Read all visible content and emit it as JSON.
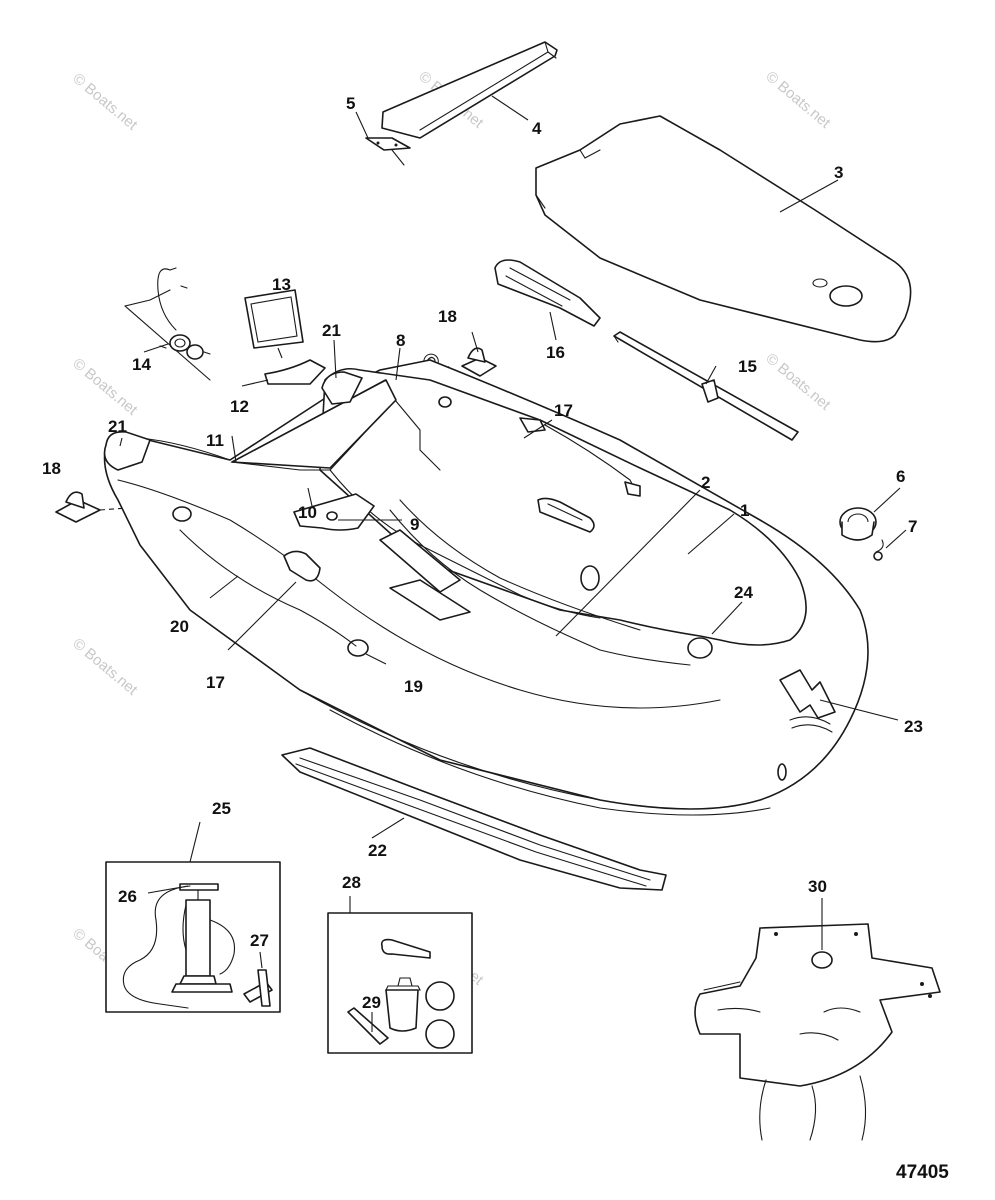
{
  "watermark": {
    "text": "© Boats.net"
  },
  "diagram_number": "47405",
  "callouts": {
    "c1": "1",
    "c2": "2",
    "c3": "3",
    "c4": "4",
    "c5": "5",
    "c6": "6",
    "c7": "7",
    "c8": "8",
    "c9": "9",
    "c10": "10",
    "c11": "11",
    "c12": "12",
    "c13": "13",
    "c14": "14",
    "c15": "15",
    "c16": "16",
    "c17a": "17",
    "c17b": "17",
    "c18a": "18",
    "c18b": "18",
    "c19": "19",
    "c20": "20",
    "c21a": "21",
    "c21b": "21",
    "c22": "22",
    "c23": "23",
    "c24": "24",
    "c25": "25",
    "c26": "26",
    "c27": "27",
    "c28": "28",
    "c29": "29",
    "c30": "30"
  }
}
